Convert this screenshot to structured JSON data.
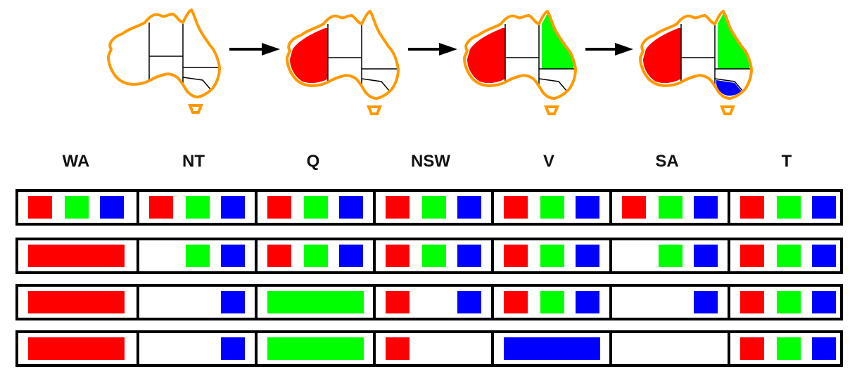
{
  "regions": [
    "WA",
    "NT",
    "Q",
    "NSW",
    "V",
    "SA",
    "T"
  ],
  "colors": {
    "red": "#ff0000",
    "green": "#00ff00",
    "blue": "#0000ff",
    "outline": "#ff9900",
    "line": "#000000"
  },
  "maps": [
    {
      "step": 1,
      "colored": {}
    },
    {
      "step": 2,
      "colored": {
        "WA": "red"
      }
    },
    {
      "step": 3,
      "colored": {
        "WA": "red",
        "Q": "green"
      }
    },
    {
      "step": 4,
      "colored": {
        "WA": "red",
        "Q": "green",
        "V": "blue"
      }
    }
  ],
  "domain_rows": [
    {
      "step": 1,
      "domains": {
        "WA": [
          "red",
          "green",
          "blue"
        ],
        "NT": [
          "red",
          "green",
          "blue"
        ],
        "Q": [
          "red",
          "green",
          "blue"
        ],
        "NSW": [
          "red",
          "green",
          "blue"
        ],
        "V": [
          "red",
          "green",
          "blue"
        ],
        "SA": [
          "red",
          "green",
          "blue"
        ],
        "T": [
          "red",
          "green",
          "blue"
        ]
      },
      "assigned": []
    },
    {
      "step": 2,
      "domains": {
        "WA": [
          "red"
        ],
        "NT": [
          "green",
          "blue"
        ],
        "Q": [
          "red",
          "green",
          "blue"
        ],
        "NSW": [
          "red",
          "green",
          "blue"
        ],
        "V": [
          "red",
          "green",
          "blue"
        ],
        "SA": [
          "green",
          "blue"
        ],
        "T": [
          "red",
          "green",
          "blue"
        ]
      },
      "assigned": [
        "WA"
      ]
    },
    {
      "step": 3,
      "domains": {
        "WA": [
          "red"
        ],
        "NT": [
          "blue"
        ],
        "Q": [
          "green"
        ],
        "NSW": [
          "red",
          "blue"
        ],
        "V": [
          "red",
          "green",
          "blue"
        ],
        "SA": [
          "blue"
        ],
        "T": [
          "red",
          "green",
          "blue"
        ]
      },
      "assigned": [
        "WA",
        "Q"
      ]
    },
    {
      "step": 4,
      "domains": {
        "WA": [
          "red"
        ],
        "NT": [
          "blue"
        ],
        "Q": [
          "green"
        ],
        "NSW": [
          "red"
        ],
        "V": [
          "blue"
        ],
        "SA": [],
        "T": [
          "red",
          "green",
          "blue"
        ]
      },
      "assigned": [
        "WA",
        "Q",
        "V"
      ]
    }
  ]
}
